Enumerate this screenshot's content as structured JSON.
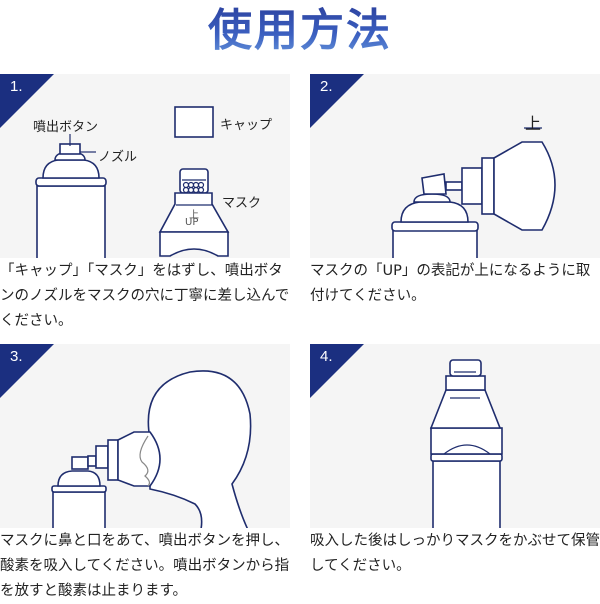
{
  "title": "使用方法",
  "colors": {
    "accent": "#1b2f80",
    "line": "#1f2d6e",
    "panel_bg": "#f5f5f5"
  },
  "steps": [
    {
      "number": "1.",
      "labels": {
        "button": "噴出ボタン",
        "nozzle": "ノズル",
        "cap": "キャップ",
        "mask": "マスク",
        "mask_up_kanji": "上",
        "mask_up": "UP"
      },
      "description": "「キャップ」「マスク」をはずし、噴出ボタンのノズルをマスクの穴に丁寧に差し込んでください。"
    },
    {
      "number": "2.",
      "labels": {
        "up_kanji": "上"
      },
      "description": "マスクの「UP」の表記が上になるように取付けてください。"
    },
    {
      "number": "3.",
      "description": "マスクに鼻と口をあて、噴出ボタンを押し、酸素を吸入してください。噴出ボタンから指を放すと酸素は止まります。"
    },
    {
      "number": "4.",
      "description": "吸入した後はしっかりマスクをかぶせて保管してください。"
    }
  ]
}
